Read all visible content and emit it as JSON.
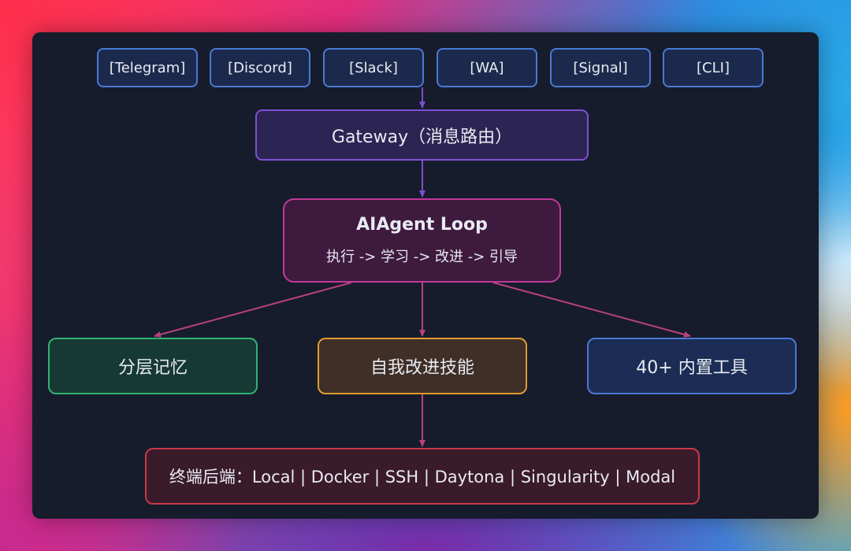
{
  "sources": [
    "[Telegram]",
    "[Discord]",
    "[Slack]",
    "[WA]",
    "[Signal]",
    "[CLI]"
  ],
  "gateway": "Gateway（消息路由）",
  "agent": {
    "title": "AIAgent Loop",
    "subtitle": "执行 -> 学习 -> 改进 -> 引导"
  },
  "modules": {
    "memory": "分层记忆",
    "skills": "自我改进技能",
    "tools": "40+ 内置工具"
  },
  "backend": "终端后端：Local | Docker | SSH | Daytona | Singularity | Modal",
  "colors": {
    "panel": "#161c2b",
    "source_border": "#4a78d6",
    "gateway_border": "#8050d6",
    "agent_border": "#c0399e",
    "memory_border": "#2fb173",
    "skills_border": "#e39a2d",
    "tools_border": "#4a78d6",
    "backend_border": "#c8394a",
    "arrow_purple": "#7e4fd0",
    "arrow_pink": "#b8427f"
  }
}
